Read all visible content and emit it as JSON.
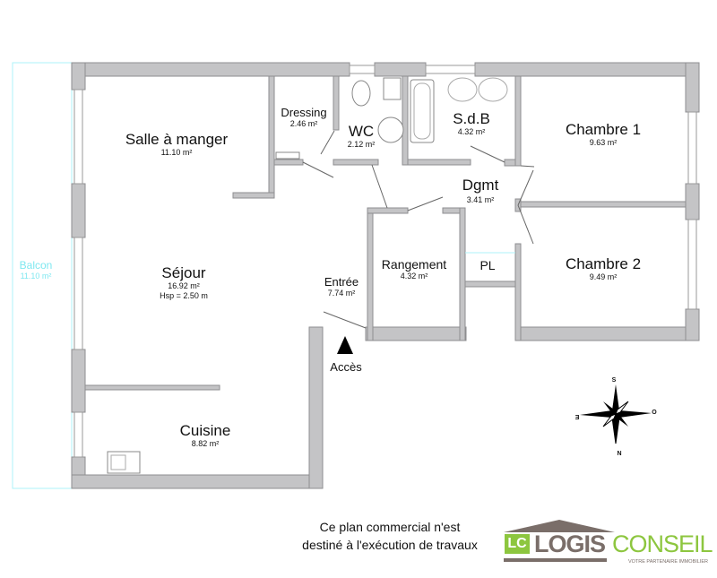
{
  "rooms": {
    "salle_a_manger": {
      "name": "Salle à manger",
      "area": "11.10 m²"
    },
    "dressing": {
      "name": "Dressing",
      "area": "2.46 m²"
    },
    "wc": {
      "name": "WC",
      "area": "2.12 m²"
    },
    "sdb": {
      "name": "S.d.B",
      "area": "4.32 m²"
    },
    "chambre1": {
      "name": "Chambre 1",
      "area": "9.63 m²"
    },
    "dgmt": {
      "name": "Dgmt",
      "area": "3.41 m²"
    },
    "sejour": {
      "name": "Séjour",
      "area": "16.92 m²",
      "height": "Hsp = 2.50 m"
    },
    "entree": {
      "name": "Entrée",
      "area": "7.74 m²"
    },
    "rangement": {
      "name": "Rangement",
      "area": "4.32 m²"
    },
    "pl": {
      "name": "PL"
    },
    "chambre2": {
      "name": "Chambre 2",
      "area": "9.49 m²"
    },
    "cuisine": {
      "name": "Cuisine",
      "area": "8.82 m²"
    },
    "balcon": {
      "name": "Balcon",
      "area": "11.10 m²"
    }
  },
  "access_label": "Accès",
  "compass": {
    "north": "N",
    "south": "S",
    "east": "E",
    "west": "O"
  },
  "disclaimer": [
    "Ce plan commercial n'est",
    "destiné à l'exécution de travaux"
  ],
  "logo": {
    "mark": "LC",
    "word1": "LOGIS",
    "word2": "CONSEIL",
    "tagline": "VOTRE PARTENAIRE IMMOBILIER"
  },
  "colors": {
    "wall": "#c4c4c6",
    "balcony": "#7fe8f0",
    "brand_green": "#8dc63f",
    "brand_brown": "#7a6e69"
  }
}
